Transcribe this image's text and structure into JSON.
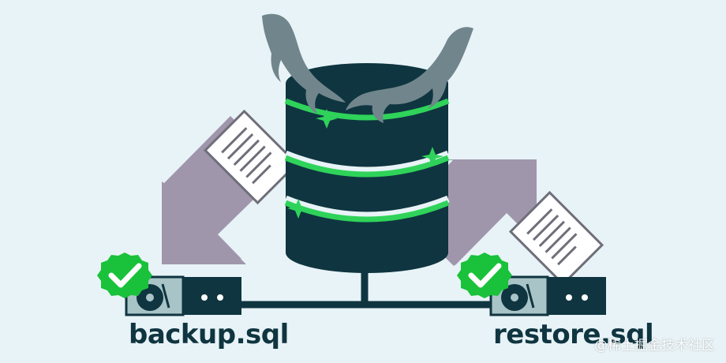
{
  "labels": {
    "backup": "backup.sql",
    "restore": "restore.sql"
  },
  "watermark": "@稀土掘金技术社区",
  "colors": {
    "background": "#e8f3f7",
    "database": "#0f3540",
    "accent_green": "#2fd35a",
    "arrow": "#a096ac",
    "dolphin": "#71868c",
    "check_badge": "#19c23a",
    "drive_panel": "#a9c4c7"
  },
  "icons": {
    "database": "database-icon",
    "dolphin": "mysql-dolphin-icon",
    "backup_arrow": "arrow-down-left-icon",
    "restore_arrow": "arrow-up-right-icon",
    "document": "document-icon",
    "drive": "hard-drive-icon",
    "check": "check-badge-icon"
  }
}
